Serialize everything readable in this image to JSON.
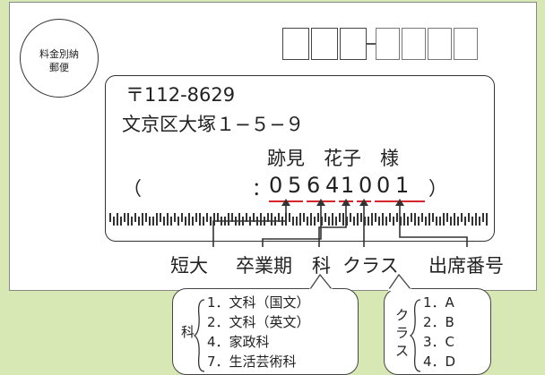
{
  "stamp": {
    "line1": "料金別納",
    "line2": "郵便"
  },
  "address": {
    "postal": "〒112-8629",
    "street": "文京区大塚１−５−９",
    "name": "跡見　花子　様",
    "paren_open": "（",
    "colon": "：",
    "digits": [
      "0",
      "5",
      "6",
      "4",
      "1",
      "0",
      "0",
      "1"
    ],
    "paren_close": "）"
  },
  "labels": {
    "tanki": "短大",
    "sotsugyo": "卒業期",
    "ka": "科",
    "class": "クラス",
    "shusseki": "出席番号"
  },
  "ka_bubble": {
    "title": "科",
    "items": [
      "1．文科（国文）",
      "2．文科（英文）",
      "4．家政科",
      "7．生活芸術科"
    ]
  },
  "class_bubble": {
    "title": [
      "ク",
      "ラ",
      "ス"
    ],
    "items": [
      "1．A",
      "2．B",
      "3．C",
      "4．D"
    ]
  },
  "colors": {
    "underline": "#d7262b",
    "background": "#d8e8b4",
    "line": "#333333"
  }
}
